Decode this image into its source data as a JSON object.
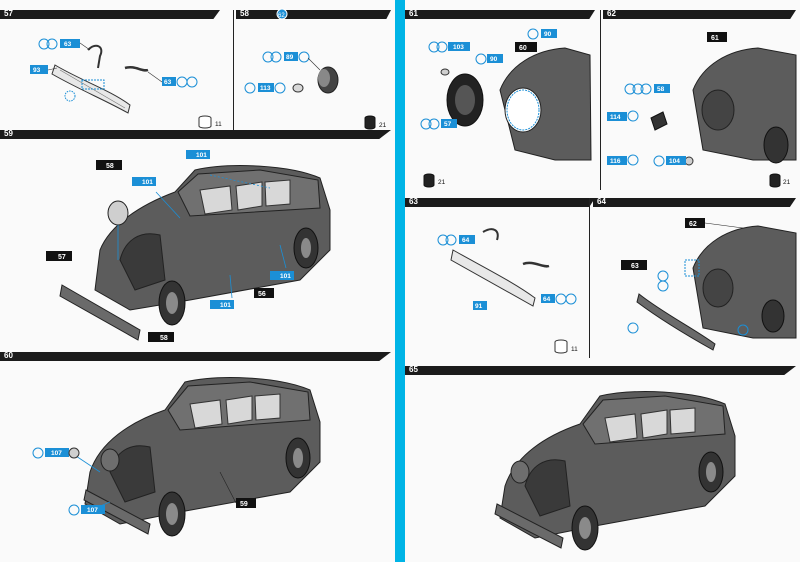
{
  "colors": {
    "accent": "#00b4e6",
    "part_tag": "#1b8fd6",
    "bar": "#1b1b1b"
  },
  "steps": {
    "s57": {
      "number": "57",
      "parts": [
        "63",
        "93",
        "63"
      ],
      "paint": "11"
    },
    "s58": {
      "number": "58",
      "badge": "62",
      "parts": [
        "89",
        "113"
      ],
      "paint": "21"
    },
    "s59": {
      "number": "59",
      "parts": [
        "101",
        "101",
        "101",
        "101"
      ],
      "subs": [
        "58",
        "57",
        "56",
        "58"
      ]
    },
    "s60": {
      "number": "60",
      "parts": [
        "107",
        "107"
      ],
      "subs": [
        "59"
      ]
    },
    "s61": {
      "number": "61",
      "parts": [
        "103",
        "90",
        "90",
        "57"
      ],
      "subs": [
        "60"
      ],
      "paint": "21"
    },
    "s62": {
      "number": "62",
      "parts": [
        "58",
        "114",
        "116",
        "104"
      ],
      "subs": [
        "61"
      ],
      "paint": "21"
    },
    "s63": {
      "number": "63",
      "parts": [
        "64",
        "91",
        "64"
      ],
      "paint": "11"
    },
    "s64": {
      "number": "64",
      "subs": [
        "62",
        "63"
      ]
    },
    "s65": {
      "number": "65"
    }
  }
}
